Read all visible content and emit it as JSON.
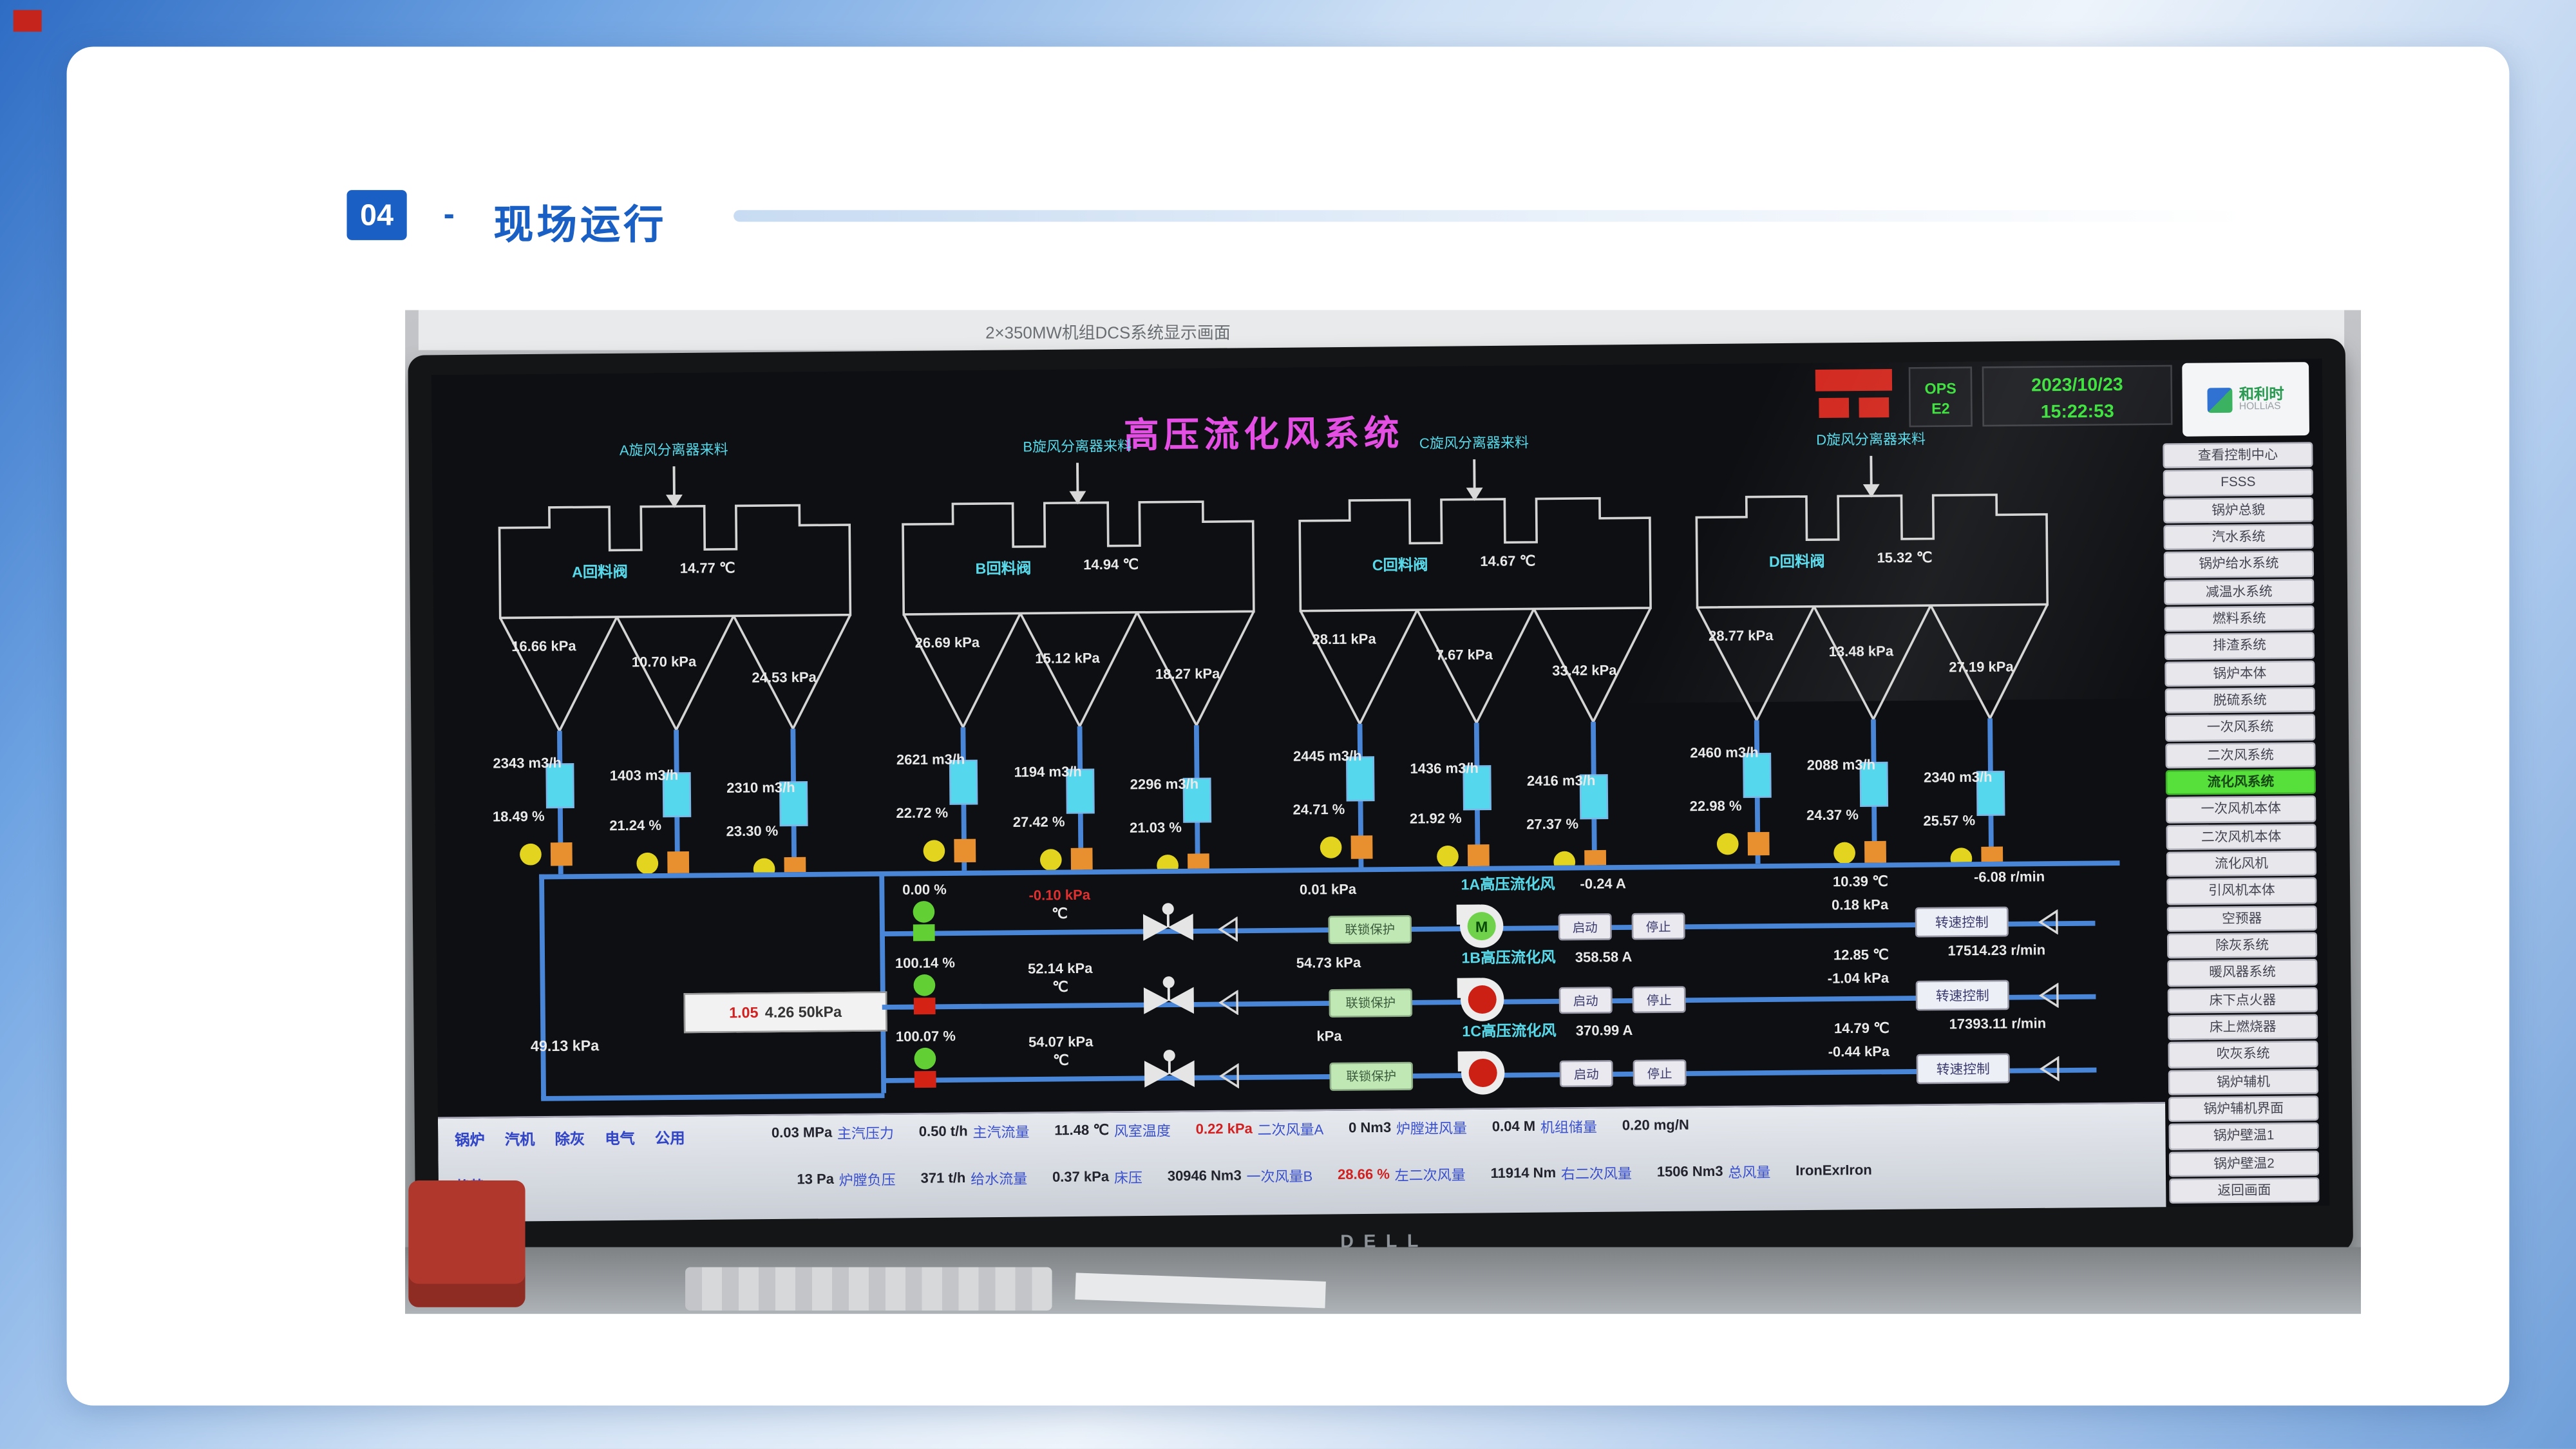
{
  "slide": {
    "badge": "04",
    "dash": "-",
    "title": "现场运行"
  },
  "photo": {
    "board_text": "2×350MW机组DCS系统显示画面",
    "brand": "DELL"
  },
  "screen": {
    "title": "高压流化风系统",
    "ops_line1": "OPS",
    "ops_line2": "E2",
    "date": "2023/10/23",
    "time": "15:22:53",
    "vendor_name": "和利时",
    "vendor_sub": "HOLLiAS",
    "header_pressure": "49.13 kPa",
    "alarm": {
      "red": "1.05",
      "rest": "4.26 50kPa"
    },
    "groups": [
      {
        "feed_label": "A旋风分离器来料",
        "valve_label": "A回料阀",
        "temp": "14.77 ℃",
        "cone_pressures": [
          "16.66 kPa",
          "10.70 kPa",
          "24.53 kPa"
        ],
        "flows": [
          "2343 m3/h",
          "1403 m3/h",
          "2310 m3/h"
        ],
        "percents": [
          "18.49 %",
          "21.24 %",
          "23.30 %"
        ]
      },
      {
        "feed_label": "B旋风分离器来料",
        "valve_label": "B回料阀",
        "temp": "14.94 ℃",
        "cone_pressures": [
          "26.69 kPa",
          "15.12 kPa",
          "18.27 kPa"
        ],
        "flows": [
          "2621 m3/h",
          "1194 m3/h",
          "2296 m3/h"
        ],
        "percents": [
          "22.72 %",
          "27.42 %",
          "21.03 %"
        ]
      },
      {
        "feed_label": "C旋风分离器来料",
        "valve_label": "C回料阀",
        "temp": "14.67 ℃",
        "cone_pressures": [
          "28.11 kPa",
          "7.67 kPa",
          "33.42 kPa"
        ],
        "flows": [
          "2445 m3/h",
          "1436 m3/h",
          "2416 m3/h"
        ],
        "percents": [
          "24.71 %",
          "21.92 %",
          "27.37 %"
        ]
      },
      {
        "feed_label": "D旋风分离器来料",
        "valve_label": "D回料阀",
        "temp": "15.32 ℃",
        "cone_pressures": [
          "28.77 kPa",
          "13.48 kPa",
          "27.19 kPa"
        ],
        "flows": [
          "2460 m3/h",
          "2088 m3/h",
          "2340 m3/h"
        ],
        "percents": [
          "22.98 %",
          "24.37 %",
          "25.57 %"
        ]
      }
    ],
    "fans": [
      {
        "pct": "0.00 %",
        "inlet_value": "-0.10 kPa",
        "inlet_red": true,
        "inlet_unit": "℃",
        "line_kpa": "0.01 kPa",
        "name": "1A高压流化风",
        "interlock": "联锁保护",
        "current": "-0.24 A",
        "btn_start": "启动",
        "btn_stop": "停止",
        "temp": "10.39 ℃",
        "out_kpa": "0.18 kPa",
        "speed_btn": "转速控制",
        "speed": "-6.08 r/min",
        "state": "green",
        "sq": "green"
      },
      {
        "pct": "100.14 %",
        "inlet_value": "52.14 kPa",
        "inlet_red": false,
        "inlet_unit": "℃",
        "line_kpa": "54.73 kPa",
        "name": "1B高压流化风",
        "interlock": "联锁保护",
        "current": "358.58 A",
        "btn_start": "启动",
        "btn_stop": "停止",
        "temp": "12.85 ℃",
        "out_kpa": "-1.04 kPa",
        "speed_btn": "转速控制",
        "speed": "17514.23 r/min",
        "state": "red",
        "sq": "red"
      },
      {
        "pct": "100.07 %",
        "inlet_value": "54.07 kPa",
        "inlet_red": false,
        "inlet_unit": "℃",
        "line_kpa": "kPa",
        "name": "1C高压流化风",
        "interlock": "联锁保护",
        "current": "370.99 A",
        "btn_start": "启动",
        "btn_stop": "停止",
        "temp": "14.79 ℃",
        "out_kpa": "-0.44 kPa",
        "speed_btn": "转速控制",
        "speed": "17393.11 r/min",
        "state": "red",
        "sq": "red"
      }
    ],
    "sidebar": {
      "active_index": 12,
      "items": [
        "查看控制中心",
        "FSSS",
        "锅炉总貌",
        "汽水系统",
        "锅炉给水系统",
        "减温水系统",
        "燃料系统",
        "排渣系统",
        "锅炉本体",
        "脱硫系统",
        "一次风系统",
        "二次风系统",
        "流化风系统",
        "一次风机本体",
        "二次风机本体",
        "流化风机",
        "引风机本体",
        "空预器",
        "除灰系统",
        "暖风器系统",
        "床下点火器",
        "床上燃烧器",
        "吹灰系统",
        "锅炉辅机",
        "锅炉辅机界面",
        "锅炉壁温1",
        "锅炉壁温2",
        "返回画面"
      ]
    },
    "footer": {
      "menus": [
        "锅炉",
        "汽机",
        "除灰",
        "电气",
        "公用"
      ],
      "menus2": [
        "趋势"
      ],
      "row1": [
        {
          "value": "0.03 MPa",
          "label": "主汽压力",
          "red": false
        },
        {
          "value": "0.50 t/h",
          "label": "主汽流量",
          "red": false
        },
        {
          "value": "11.48 ℃",
          "label": "风室温度",
          "red": false
        },
        {
          "value": "0.22 kPa",
          "label": "二次风量A",
          "red": true
        },
        {
          "value": "0 Nm3",
          "label": "炉膛进风量",
          "red": false
        },
        {
          "value": "0.04 M",
          "label": "机组储量",
          "red": false
        },
        {
          "value": "0.20 mg/N",
          "label": "",
          "red": false
        }
      ],
      "row2": [
        {
          "value": "13 Pa",
          "label": "炉膛负压",
          "red": false
        },
        {
          "value": "371 t/h",
          "label": "给水流量",
          "red": false
        },
        {
          "value": "0.37 kPa",
          "label": "床压",
          "red": false
        },
        {
          "value": "30946 Nm3",
          "label": "一次风量B",
          "red": false
        },
        {
          "value": "28.66 %",
          "label": "左二次风量",
          "red": true
        },
        {
          "value": "11914 Nm",
          "label": "右二次风量",
          "red": false
        },
        {
          "value": "1506 Nm3",
          "label": "总风量",
          "red": false
        },
        {
          "value": "IronExrIron",
          "label": "",
          "red": false
        }
      ]
    }
  }
}
